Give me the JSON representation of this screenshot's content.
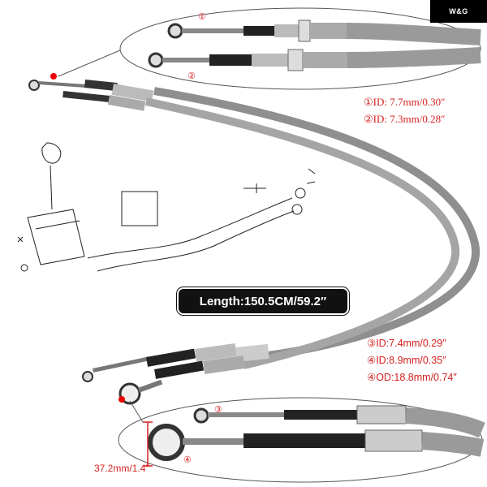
{
  "brand": {
    "label": "W&G"
  },
  "callouts": {
    "one": "①",
    "two": "②",
    "three": "③",
    "four": "④"
  },
  "specs": {
    "top_1": "①ID: 7.7mm/0.30″",
    "top_2": "②ID: 7.3mm/0.28″",
    "bottom_3": "③ID:7.4mm/0.29″",
    "bottom_4_id": "④ID:8.9mm/0.35″",
    "bottom_4_od": "④OD:18.8mm/0.74″"
  },
  "length": {
    "label": "Length:150.5CM/59.2″"
  },
  "dimension": {
    "label": "37.2mm/1.4″"
  },
  "colors": {
    "accent": "#d62020",
    "cable": "#9a9a9a",
    "badge": "#111111"
  }
}
